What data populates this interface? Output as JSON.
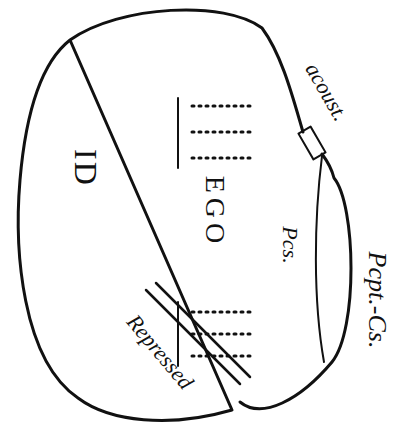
{
  "diagram": {
    "labels": [
      "acoust.",
      "Pcpt.-Cs.",
      "Pcs.",
      "EGO",
      "ID",
      "Repressed"
    ]
  }
}
